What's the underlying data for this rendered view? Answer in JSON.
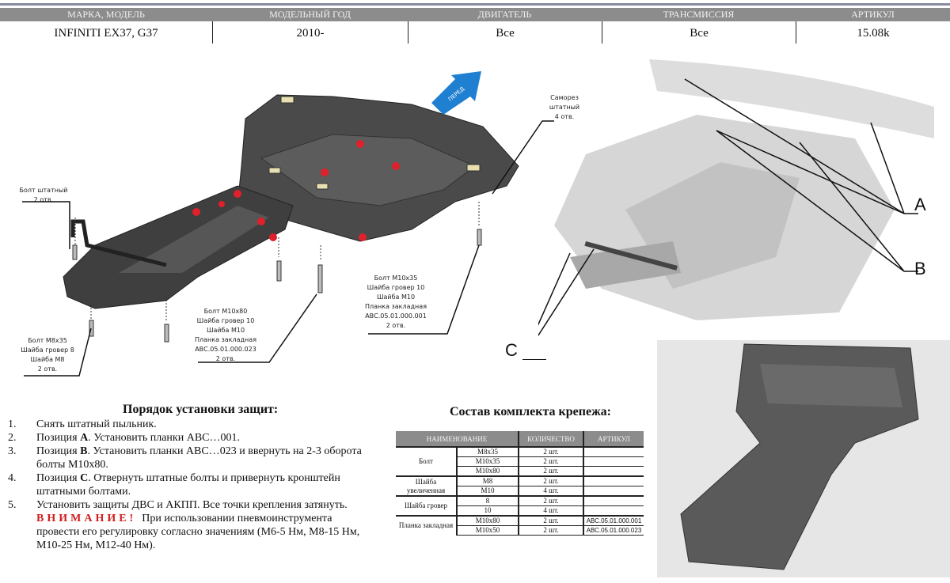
{
  "header": {
    "columns": [
      "МАРКА, МОДЕЛЬ",
      "МОДЕЛЬНЫЙ ГОД",
      "ДВИГАТЕЛЬ",
      "ТРАНСМИССИЯ",
      "АРТИКУЛ"
    ],
    "values": [
      "INFINITI EX37, G37",
      "2010-",
      "Все",
      "Все",
      "15.08k"
    ]
  },
  "diagram": {
    "direction_label": "ПЕРЕД",
    "callouts": [
      {
        "lines": [
          "Болт штатный",
          "2 отв."
        ]
      },
      {
        "lines": [
          "Болт М8х35",
          "Шайба гровер 8",
          "Шайба М8",
          "2 отв."
        ]
      },
      {
        "lines": [
          "Болт М10х80",
          "Шайба гровер 10",
          "Шайба М10",
          "Планка закладная",
          "АВС.05.01.000.023",
          "2 отв."
        ]
      },
      {
        "lines": [
          "Болт М10х35",
          "Шайба гровер 10",
          "Шайба М10",
          "Планка закладная",
          "АВС.05.01.000.001",
          "2 отв."
        ]
      },
      {
        "lines": [
          "Саморез",
          "штатный",
          "4 отв."
        ]
      }
    ],
    "positions": [
      "A",
      "B",
      "C"
    ]
  },
  "instructions": {
    "title": "Порядок установки защит:",
    "steps": [
      {
        "n": "1.",
        "text": "Снять штатный пыльник."
      },
      {
        "n": "2.",
        "pre": "Позиция ",
        "bold": "А",
        "text": ". Установить планки АВС…001."
      },
      {
        "n": "3.",
        "pre": "Позиция ",
        "bold": "В",
        "text": ". Установить планки АВС…023 и ввернуть на 2-3 оборота болты М10х80."
      },
      {
        "n": "4.",
        "pre": "Позиция ",
        "bold": "С",
        "text": ". Отвернуть штатные болты и привернуть кронштейн штатными болтами."
      },
      {
        "n": "5.",
        "text": "Установить защиты ДВС и АКПП. Все точки крепления затянуть."
      }
    ],
    "warning_label": "ВНИМАНИЕ!",
    "warning_text": "При использовании пневмоинструмента провести его регулировку согласно значениям (М6-5 Нм,  М8-15 Нм, М10-25 Нм, М12-40 Нм)."
  },
  "kit": {
    "title": "Состав комплекта крепежа:",
    "columns": [
      "НАИМЕНОВАНИЕ",
      "КОЛИЧЕСТВО",
      "АРТИКУЛ"
    ],
    "groups": [
      {
        "name": "Болт",
        "rows": [
          [
            "М8х35",
            "2 шт.",
            ""
          ],
          [
            "М10х35",
            "2 шт.",
            ""
          ],
          [
            "М10х80",
            "2 шт.",
            ""
          ]
        ]
      },
      {
        "name": "Шайба увеличенная",
        "rows": [
          [
            "М8",
            "2 шт.",
            ""
          ],
          [
            "М10",
            "4 шт.",
            ""
          ]
        ]
      },
      {
        "name": "Шайба гровер",
        "rows": [
          [
            "8",
            "2 шт.",
            ""
          ],
          [
            "10",
            "4 шт.",
            ""
          ]
        ]
      },
      {
        "name": "Планка закладная",
        "rows": [
          [
            "М10х80",
            "2 шт.",
            "АВС.05.01.000.001"
          ],
          [
            "М10х50",
            "2 шт.",
            "АВС.05.01.000.023"
          ]
        ]
      }
    ]
  },
  "colors": {
    "header_bg": "#8c8c8c",
    "warning": "#d01c1c",
    "arrow": "#1f7fd0",
    "mount_dots": "#e0202a"
  }
}
